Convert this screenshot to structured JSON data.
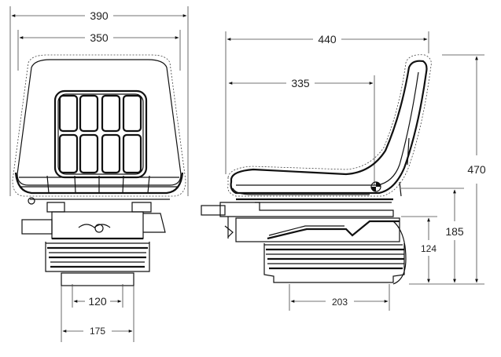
{
  "dimensions": {
    "front_total_width": "390",
    "front_inner_width": "350",
    "front_base_width": "120",
    "front_base_outer": "175",
    "side_total_depth": "440",
    "side_seat_depth": "335",
    "side_height_total": "470",
    "side_height_mid": "185",
    "side_height_base": "124",
    "side_base_width": "203"
  },
  "colors": {
    "line": "#111111",
    "fill_dark": "#222222",
    "fill_mid": "#777777",
    "background": "#ffffff"
  }
}
